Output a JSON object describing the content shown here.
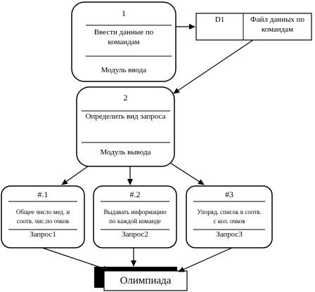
{
  "process1": {
    "number": "1",
    "line1": "Ввести данные по",
    "line2": "командам",
    "footer": "Модуль ввода"
  },
  "datastore": {
    "id": "D1",
    "line1": "Файл данных по",
    "line2": "командам"
  },
  "process2": {
    "number": "2",
    "text": "Определить вид запроса",
    "footer": "Модуль вывода"
  },
  "query1": {
    "number": "#.1",
    "line1": "Общее число мед. и",
    "line2": "соотв. чис.по очков",
    "footer": "Запрос1"
  },
  "query2": {
    "number": "#.2",
    "line1": "Выдавать  информацию",
    "line2": "по каждой команде",
    "footer": "Запрос2"
  },
  "query3": {
    "number": "#3",
    "line1": "Упоряд. список в соотв.",
    "line2": "с кол. очков",
    "footer": "Запрос3"
  },
  "terminal": {
    "label": "Олимпиада"
  },
  "colors": {
    "stroke": "#000000",
    "fill": "#ffffff",
    "shadow": "#000000"
  }
}
